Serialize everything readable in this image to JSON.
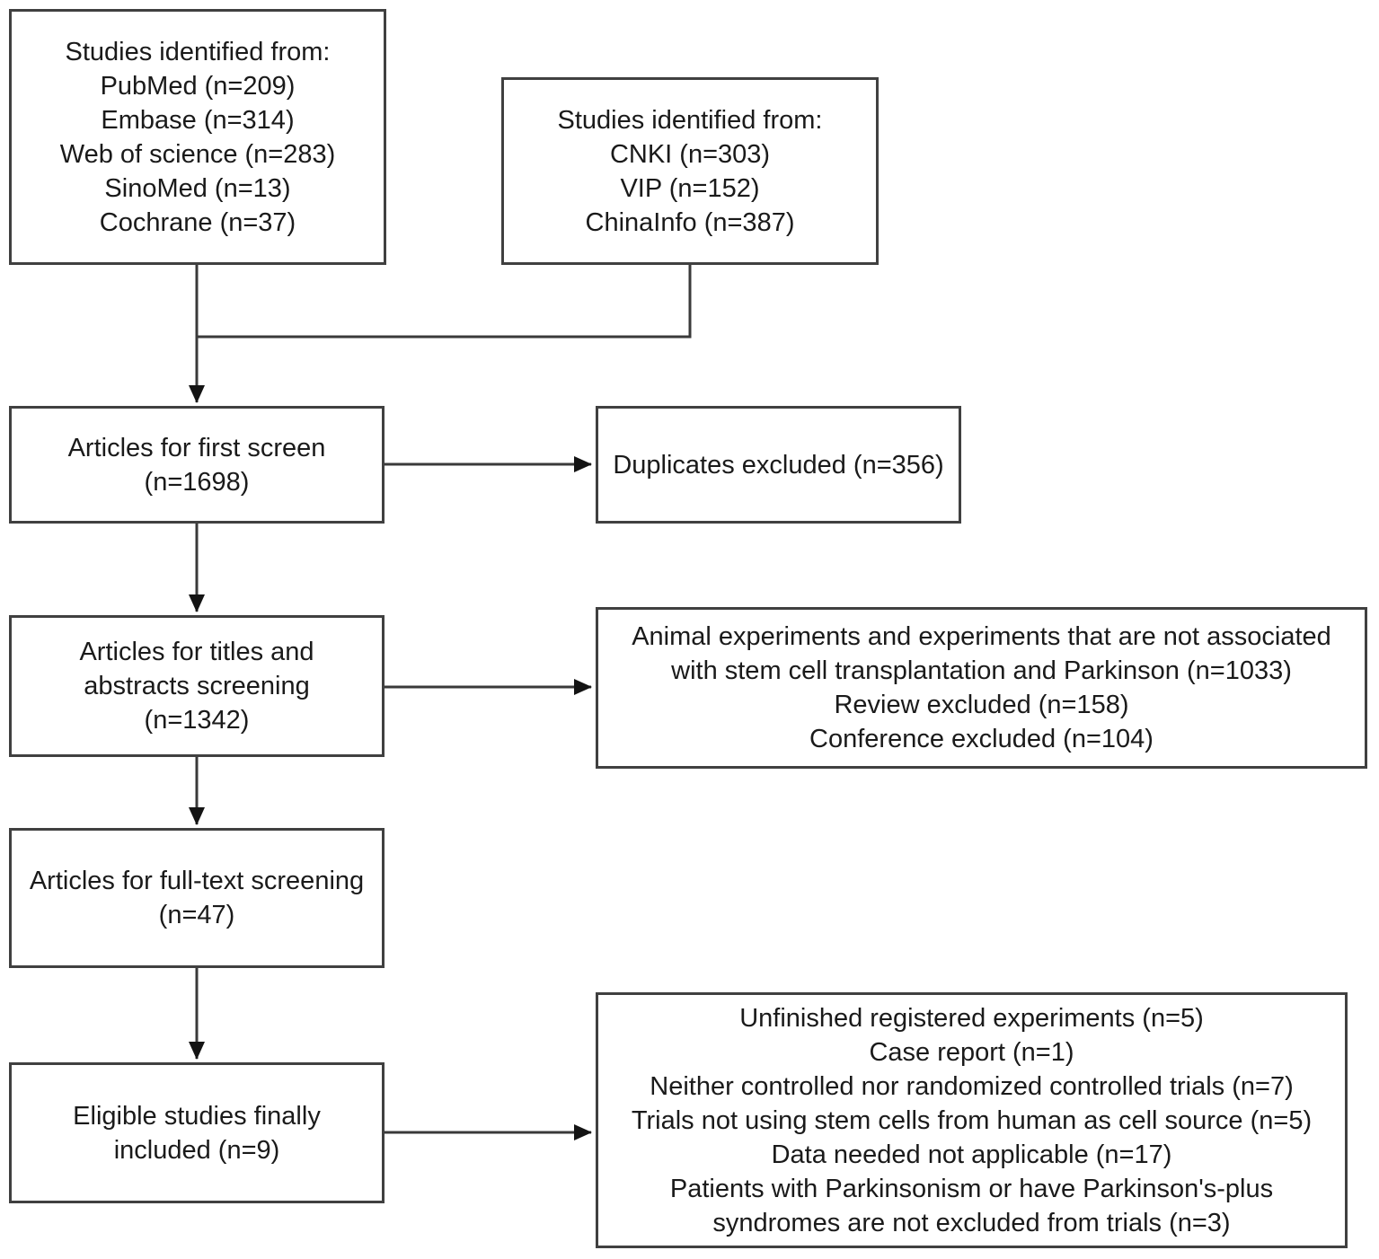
{
  "colors": {
    "background": "#ffffff",
    "box_border": "#404040",
    "text": "#1a1a1a",
    "connector": "#3a3a3a",
    "arrowhead": "#141414"
  },
  "boxes": {
    "sources_left": {
      "lines": [
        "Studies identified from:",
        "PubMed (n=209)",
        "Embase (n=314)",
        "Web of science (n=283)",
        "SinoMed (n=13)",
        "Cochrane (n=37)"
      ]
    },
    "sources_right": {
      "lines": [
        "Studies identified from:",
        "CNKI (n=303)",
        "VIP (n=152)",
        "ChinaInfo (n=387)"
      ]
    },
    "first_screen": {
      "lines": [
        "Articles for first screen",
        "(n=1698)"
      ]
    },
    "duplicates_excluded": {
      "lines": [
        "Duplicates excluded (n=356)"
      ]
    },
    "title_abstract_screening": {
      "lines": [
        "Articles for titles and",
        "abstracts screening",
        "(n=1342)"
      ]
    },
    "title_abstract_exclusions": {
      "lines": [
        "Animal experiments and experiments that are not associated",
        "with stem cell transplantation and Parkinson (n=1033)",
        "Review excluded (n=158)",
        "Conference excluded (n=104)"
      ]
    },
    "full_text_screening": {
      "lines": [
        "Articles for full-text screening",
        "(n=47)"
      ]
    },
    "eligible_included": {
      "lines": [
        "Eligible studies finally",
        "included (n=9)"
      ]
    },
    "full_text_exclusions": {
      "lines": [
        "Unfinished registered experiments (n=5)",
        "Case report (n=1)",
        "Neither controlled nor randomized controlled trials (n=7)",
        "Trials not using stem cells from human as cell source (n=5)",
        "Data needed not applicable (n=17)",
        "Patients with Parkinsonism or have Parkinson's-plus",
        "syndromes are not excluded from trials (n=3)"
      ]
    }
  }
}
